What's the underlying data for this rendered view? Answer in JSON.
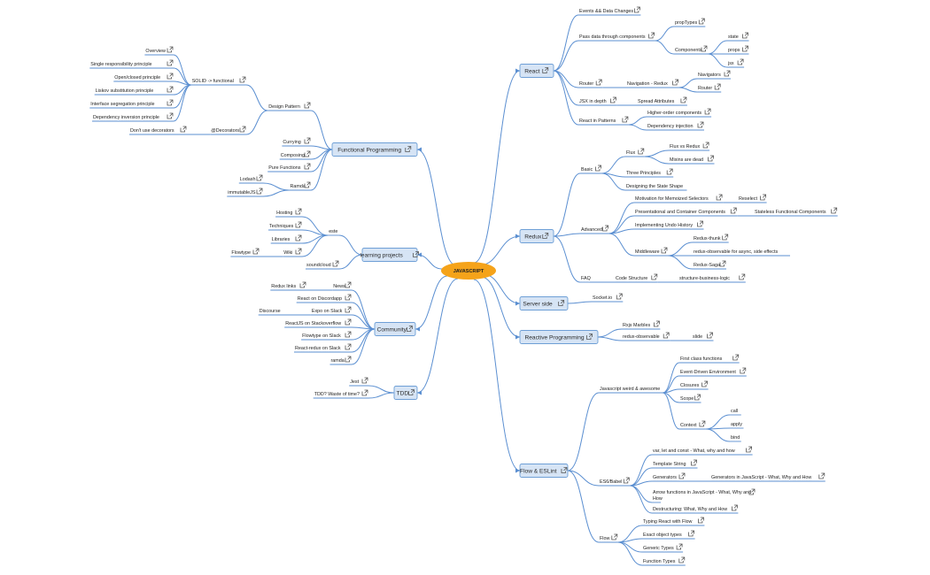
{
  "root": {
    "label": "JAVASCRIPT"
  },
  "colors": {
    "link": "#5b8fd1",
    "box_fill": "#d6e4f5",
    "box_stroke": "#6e9fd6",
    "root_fill": "#f5a31a",
    "text": "#222222"
  },
  "icon": "external-link-icon",
  "branches": {
    "react": {
      "label": "React",
      "items": {
        "events": "Events && Data Changes",
        "pass": "Pass data through components",
        "proptypes": "propTypes",
        "components": "Components",
        "state": "state",
        "props": "props",
        "jsx_leaf": "jsx",
        "router": "Router",
        "nav_redux": "Navigation - Redux",
        "navigators": "Navigators",
        "router2": "Router",
        "jsx_depth": "JSX in depth",
        "spread": "Spread Attributes",
        "patterns": "React in Patterns",
        "hoc": "Higher-order components",
        "di": "Dependency injection"
      }
    },
    "redux": {
      "label": "Redux",
      "items": {
        "basic": "Basic",
        "flux": "Flux",
        "flux_vs": "Flux vs Redux",
        "mixins": "Mixins are dead",
        "three": "Three Principles",
        "shape": "Designing the State Shape",
        "advanced": "Advanced",
        "memo": "Motivation for Memoized Selectors",
        "reselect": "Reselect",
        "pres": "Presentational and Container Components",
        "stateless": "Stateless Functional Components",
        "undo": "Implementing Undo History",
        "middleware": "Middleware",
        "thunk": "Redux-thunk",
        "observable": "redux-observable for async, side effects",
        "saga": "Redux-Saga",
        "faq": "FAQ",
        "code": "Code Structure",
        "logic": "structure-business-logic"
      }
    },
    "server": {
      "label": "Server side",
      "items": {
        "socket": "Socket.io"
      }
    },
    "reactive": {
      "label": "Reactive Programming",
      "items": {
        "rx": "Rxjs Marbles",
        "ro": "redux-observable",
        "slide": "slide"
      }
    },
    "flow": {
      "label": "Flow & ESLint",
      "items": {
        "weird": "Javascript weird & awesome",
        "first": "First class functions",
        "event": "Event-Driven Environment",
        "closures": "Closures",
        "scope": "Scope",
        "context": "Context",
        "call": "call",
        "apply": "apply",
        "bind": "bind",
        "es6": "ES6/Babel",
        "var": "var, let and const - What, why and how",
        "template": "Template String",
        "generators": "Generators",
        "gen_in": "Generators in JavaScript - What, Why and How",
        "arrow_1": "Arrow functions in JavaScript - What, Why and",
        "arrow_2": "How",
        "destruct": "Destructuring: What, Why and How",
        "flow": "Flow",
        "typing": "Typing React with Flow",
        "exact": "Exact object types",
        "generic": "Generic Types",
        "function": "Function Types"
      }
    },
    "fp": {
      "label": "Functional Programming",
      "items": {
        "design": "Design Pattern",
        "solid": "SOLID -> functional",
        "overview": "Overview",
        "srp": "Single responsibility principle",
        "ocp": "Open/closed principle",
        "lsp": "Liskov substitution principle",
        "isp": "Interface segregation principle",
        "dip": "Dependency inversion principle",
        "decorators": "@Decorators",
        "no_dec": "Don't use decorators",
        "currying": "Currying",
        "composing": "Composing",
        "pure": "Pure Functions",
        "ramda": "Ramda",
        "lodash": "Lodash",
        "immutable": "immutableJS"
      }
    },
    "lp": {
      "label": "learning projects",
      "items": {
        "este": "este",
        "hosting": "Hosting",
        "tech": "Techniques",
        "libs": "Libraries",
        "wiki": "Wiki",
        "flowtype": "Flowtype",
        "soundcloud": "soundcloud"
      }
    },
    "community": {
      "label": "Community",
      "items": {
        "news": "News",
        "redux_links": "Redux links",
        "discord": "React on Discordapp",
        "expo": "Expo on Slack",
        "discourse": "Discourse",
        "so": "ReactJS on Stackoverflow",
        "ft_slack": "Flowtype on Slack",
        "rr_slack": "React-redux on Slack",
        "ramda": "ramda"
      }
    },
    "tdd": {
      "label": "TDD",
      "items": {
        "jest": "Jest",
        "waste": "TDD? Waste of time?"
      }
    }
  }
}
